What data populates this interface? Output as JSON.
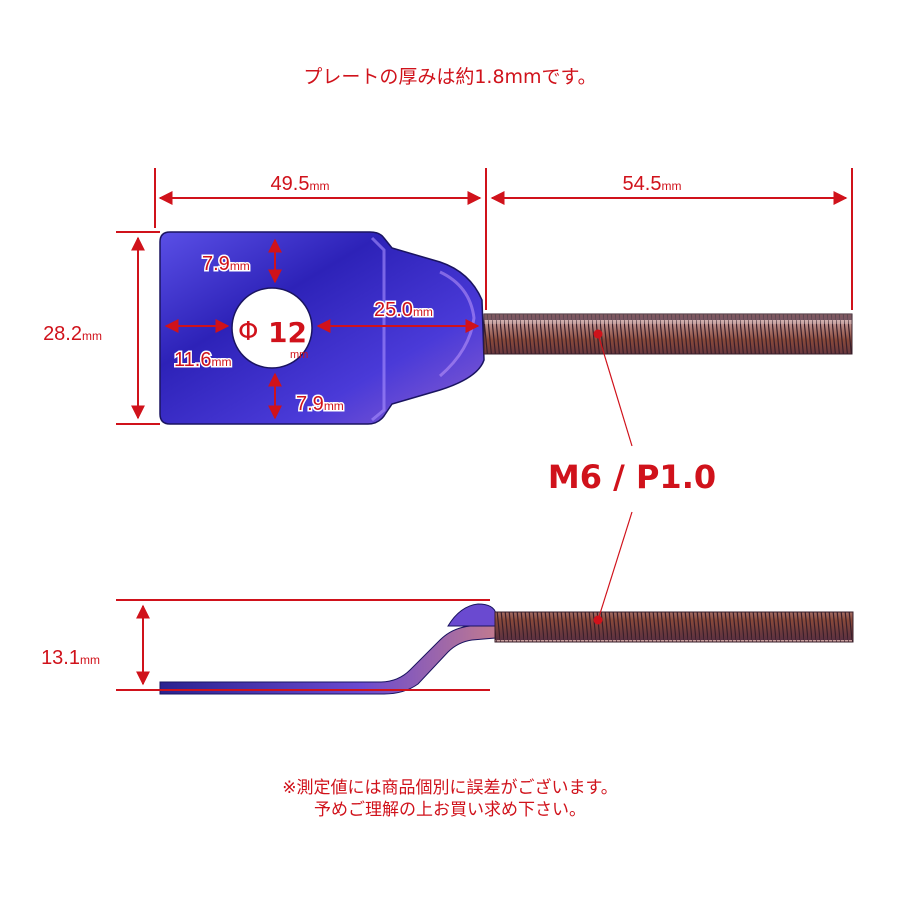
{
  "notes": {
    "plate_thickness": "プレートの厚みは約1.8mmです。",
    "disclaimer_line1": "※測定値には商品個別に誤差がございます。",
    "disclaimer_line2": "予めご理解の上お買い求め下さい。"
  },
  "dimensions": {
    "plate_length": "49.5",
    "bolt_length": "54.5",
    "plate_height": "28.2",
    "hole_top_margin": "7.9",
    "hole_bottom_margin": "7.9",
    "hole_left_margin": "11.6",
    "hole_to_bolt": "25.0",
    "hole_diameter_symbol": "Φ",
    "hole_diameter": "12",
    "side_height": "13.1",
    "unit": "mm"
  },
  "thread_spec": "M6 / P1.0",
  "colors": {
    "dimension": "#d0121b",
    "plate_blue": "#3a2fd0",
    "plate_purple": "#6a3cc8",
    "bolt_bronze": "#9a5a3a"
  }
}
